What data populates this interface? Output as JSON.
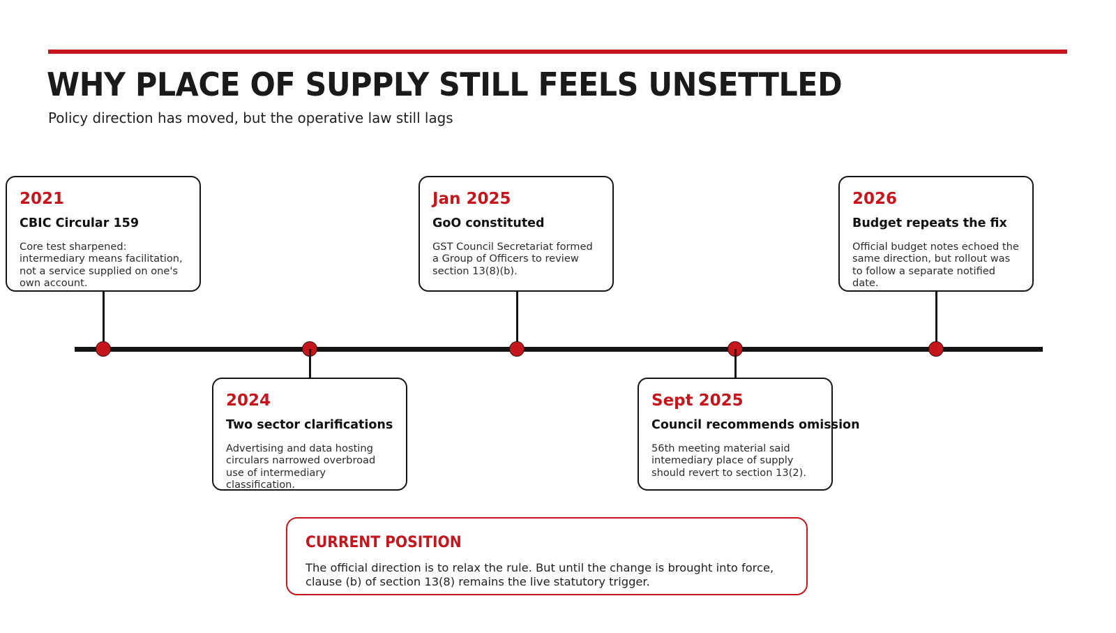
{
  "header": {
    "title": "WHY PLACE OF SUPPLY STILL FEELS UNSETTLED",
    "subtitle": "Policy direction has moved, but the operative law still lags",
    "accent_color": "#C4161C",
    "text_color": "#1a1a1a"
  },
  "timeline": {
    "line_color": "#141414",
    "dot_color": "#C4161C",
    "events": [
      {
        "year": "2021",
        "headline": "CBIC Circular 159",
        "body": "Core test sharpened: intermediary means facilitation, not a service supplied on one's own account.",
        "position": "above"
      },
      {
        "year": "2024",
        "headline": "Two sector clarifications",
        "body": "Advertising and data hosting circulars narrowed overbroad use of intermediary classification.",
        "position": "below"
      },
      {
        "year": "Jan 2025",
        "headline": "GoO constituted",
        "body": "GST Council Secretariat formed a Group of Officers to review section 13(8)(b).",
        "position": "above"
      },
      {
        "year": "Sept 2025",
        "headline": "Council recommends omission",
        "body": "56th meeting material said intemediary place of supply should revert to section 13(2).",
        "position": "below"
      },
      {
        "year": "2026",
        "headline": "Budget repeats the fix",
        "body": "Official budget notes echoed the same direction, but rollout was to follow a separate notified date.",
        "position": "above"
      }
    ]
  },
  "callout": {
    "title": "CURRENT POSITION",
    "body": "The official direction is to relax the rule. But until the change is brought into force, clause (b) of section 13(8) remains the live statutory trigger.",
    "border_color": "#C4161C"
  }
}
